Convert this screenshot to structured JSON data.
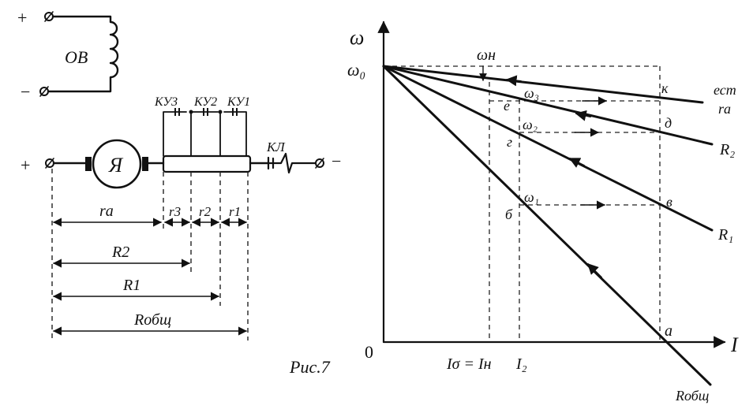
{
  "schematic": {
    "field_winding": "ОВ",
    "plus_top": "+",
    "minus_bottom": "−",
    "armature": "Я",
    "plus_left": "+",
    "minus_right": "−",
    "contactors": [
      "КУ3",
      "КУ2",
      "КУ1"
    ],
    "line_contactor": "КЛ",
    "segments": [
      "rа",
      "r3",
      "r2",
      "r1"
    ],
    "resistances": [
      "R2",
      "R1",
      "Rобщ"
    ]
  },
  "caption": "Рис.7",
  "graph": {
    "y_axis": "ω",
    "x_axis": "I",
    "origin": "0",
    "omega0": "ω₀",
    "omega_n": "ωн",
    "omega3": "ω₃",
    "omega2": "ω₂",
    "omega1": "ω₁",
    "x_tick_left": "Iσ = Iн",
    "x_tick_right": "I₂",
    "points": [
      "к",
      "е",
      "д",
      "г",
      "в",
      "б",
      "а"
    ],
    "lines": [
      "ест",
      "rа",
      "R₂",
      "R₁",
      "Rобщ"
    ]
  }
}
